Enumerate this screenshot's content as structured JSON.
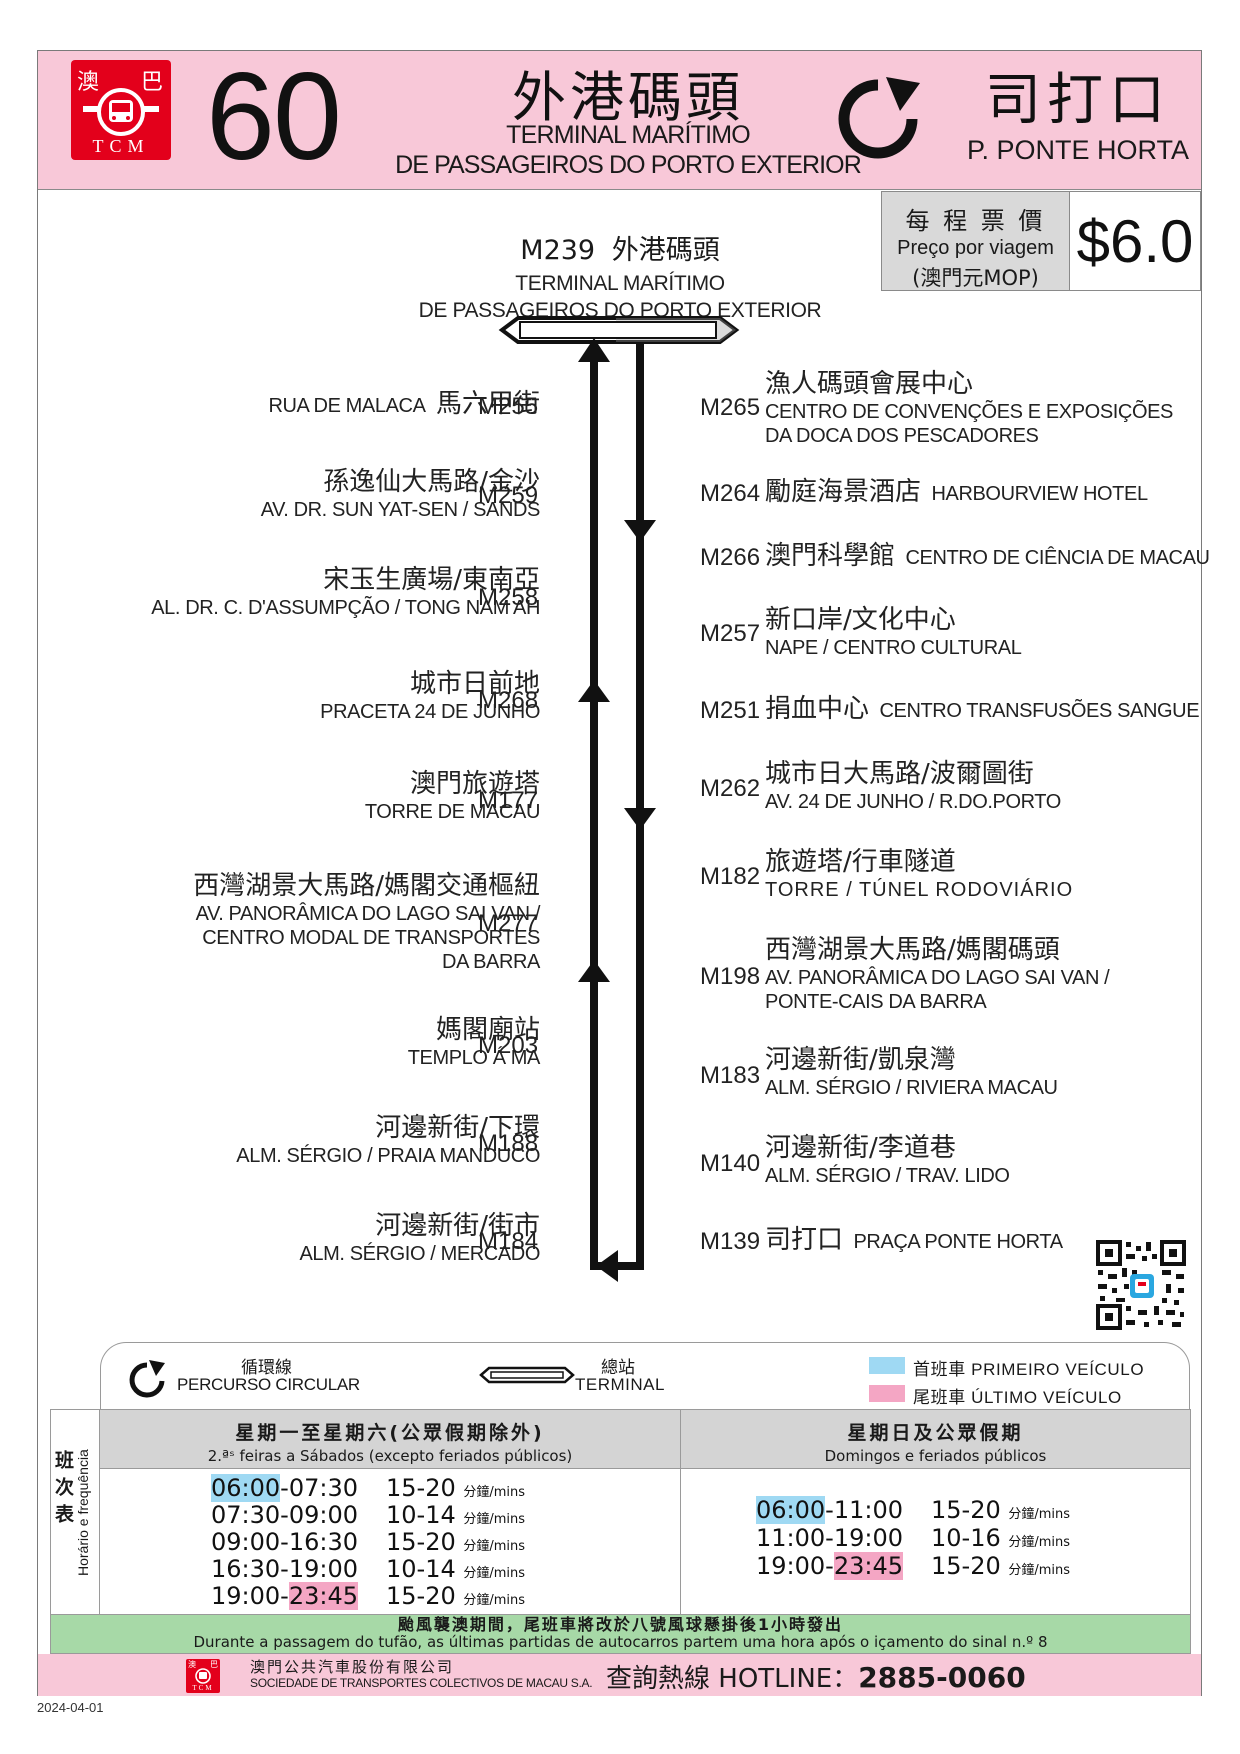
{
  "header": {
    "logo": {
      "ch1": "澳",
      "ch2": "巴",
      "abbr": "TCM"
    },
    "route_number": "60",
    "origin": {
      "zh": "外港碼頭",
      "pt_line1": "TERMINAL MARÍTIMO",
      "pt_line2": "DE PASSAGEIROS DO PORTO EXTERIOR"
    },
    "destination": {
      "zh": "司打口",
      "pt": "P. PONTE HORTA"
    },
    "circular_icon": "circular-arrow-icon"
  },
  "fare": {
    "zh": "每 程 票 價",
    "pt": "Preço por viagem",
    "currency": "(澳門元MOP)",
    "amount": "$6.0"
  },
  "terminal_stop": {
    "code": "M239",
    "zh": "外港碼頭",
    "pt_line1": "TERMINAL MARÍTIMO",
    "pt_line2": "DE PASSAGEIROS DO PORTO EXTERIOR"
  },
  "stops_left": [
    {
      "code": "M255",
      "zh": "馬六甲街",
      "pt": "RUA DE MALACA",
      "inline": true
    },
    {
      "code": "M259",
      "zh": "孫逸仙大馬路/金沙",
      "pt": "AV. DR. SUN YAT-SEN / SANDS"
    },
    {
      "code": "M258",
      "zh": "宋玉生廣場/東南亞",
      "pt": "AL. DR. C. D'ASSUMPÇÃO / TONG NAM AH"
    },
    {
      "code": "M268",
      "zh": "城市日前地",
      "pt": "PRACETA 24 DE JUNHO"
    },
    {
      "code": "M177",
      "zh": "澳門旅遊塔",
      "pt": "TORRE DE MACAU"
    },
    {
      "code": "M277",
      "zh": "西灣湖景大馬路/媽閣交通樞紐",
      "pt": "AV. PANORÂMICA DO LAGO SAI VAN /",
      "pt2": "CENTRO MODAL DE TRANSPORTES",
      "pt3": "DA BARRA"
    },
    {
      "code": "M203",
      "zh": "媽閣廟站",
      "pt": "TEMPLO Á MA"
    },
    {
      "code": "M188",
      "zh": "河邊新街/下環",
      "pt": "ALM. SÉRGIO / PRAIA MANDUCO"
    },
    {
      "code": "M184",
      "zh": "河邊新街/街市",
      "pt": "ALM. SÉRGIO / MERCADO"
    }
  ],
  "stops_right": [
    {
      "code": "M265",
      "zh": "漁人碼頭會展中心",
      "pt": "CENTRO DE CONVENÇÕES E EXPOSIÇÕES",
      "pt2": "DA DOCA DOS PESCADORES"
    },
    {
      "code": "M264",
      "zh": "勵庭海景酒店",
      "pt": "HARBOURVIEW HOTEL",
      "inline": true
    },
    {
      "code": "M266",
      "zh": "澳門科學館",
      "pt": "CENTRO DE CIÊNCIA DE MACAU",
      "inline": true
    },
    {
      "code": "M257",
      "zh": "新口岸/文化中心",
      "pt": "NAPE / CENTRO CULTURAL"
    },
    {
      "code": "M251",
      "zh": "捐血中心",
      "pt": "CENTRO TRANSFUSÕES SANGUE",
      "inline": true
    },
    {
      "code": "M262",
      "zh": "城市日大馬路/波爾圖街",
      "pt": "AV. 24 DE JUNHO / R.DO.PORTO"
    },
    {
      "code": "M182",
      "zh": "旅遊塔/行車隧道",
      "pt": "TORRE / TÚNEL RODOVIÁRIO"
    },
    {
      "code": "M198",
      "zh": "西灣湖景大馬路/媽閣碼頭",
      "pt": "AV. PANORÂMICA DO LAGO SAI VAN /",
      "pt2": "PONTE-CAIS DA BARRA"
    },
    {
      "code": "M183",
      "zh": "河邊新街/凱泉灣",
      "pt": "ALM. SÉRGIO / RIVIERA MACAU"
    },
    {
      "code": "M140",
      "zh": "河邊新街/李道巷",
      "pt": "ALM. SÉRGIO / TRAV. LIDO"
    },
    {
      "code": "M139",
      "zh": "司打口",
      "pt": "PRAÇA PONTE HORTA",
      "inline": true
    }
  ],
  "legend": {
    "circular_zh": "循環線",
    "circular_pt": "PERCURSO CIRCULAR",
    "terminal_zh": "總站",
    "terminal_pt": "TERMINAL",
    "first_zh": "首班車",
    "first_pt": "PRIMEIRO VEÍCULO",
    "first_color": "#9fd9f3",
    "last_zh": "尾班車",
    "last_pt": "ÚLTIMO VEÍCULO",
    "last_color": "#f4a6c4"
  },
  "timetable": {
    "side_zh": "班次表",
    "side_pt": "Horário e frequência",
    "weekday": {
      "title_zh": "星期一至星期六(公眾假期除外)",
      "title_pt": "2.ªˢ feiras a Sábados (excepto feriados públicos)",
      "rows": [
        {
          "start": "06:00",
          "end": "07:30",
          "freq": "15-20",
          "unit": "分鐘/mins",
          "first": true
        },
        {
          "start": "07:30",
          "end": "09:00",
          "freq": "10-14",
          "unit": "分鐘/mins"
        },
        {
          "start": "09:00",
          "end": "16:30",
          "freq": "15-20",
          "unit": "分鐘/mins"
        },
        {
          "start": "16:30",
          "end": "19:00",
          "freq": "10-14",
          "unit": "分鐘/mins"
        },
        {
          "start": "19:00",
          "end": "23:45",
          "freq": "15-20",
          "unit": "分鐘/mins",
          "last": true
        }
      ]
    },
    "holiday": {
      "title_zh": "星期日及公眾假期",
      "title_pt": "Domingos e feriados públicos",
      "rows": [
        {
          "start": "06:00",
          "end": "11:00",
          "freq": "15-20",
          "unit": "分鐘/mins",
          "first": true
        },
        {
          "start": "11:00",
          "end": "19:00",
          "freq": "10-16",
          "unit": "分鐘/mins"
        },
        {
          "start": "19:00",
          "end": "23:45",
          "freq": "15-20",
          "unit": "分鐘/mins",
          "last": true
        }
      ]
    }
  },
  "notice": {
    "zh": "颱風襲澳期間，尾班車將改於八號風球懸掛後1小時發出",
    "pt": "Durante a passagem do tufão, as últimas partidas de autocarros partem uma hora após o içamento do sinal n.º 8"
  },
  "footer": {
    "company_zh": "澳門公共汽車股份有限公司",
    "company_pt": "SOCIEDADE DE TRANSPORTES COLECTIVOS DE MACAU S.A.",
    "hotline_label": "查詢熱線 HOTLINE：",
    "hotline": "2885-0060"
  },
  "date": "2024-04-01",
  "qr_icon": "qr-code-icon"
}
